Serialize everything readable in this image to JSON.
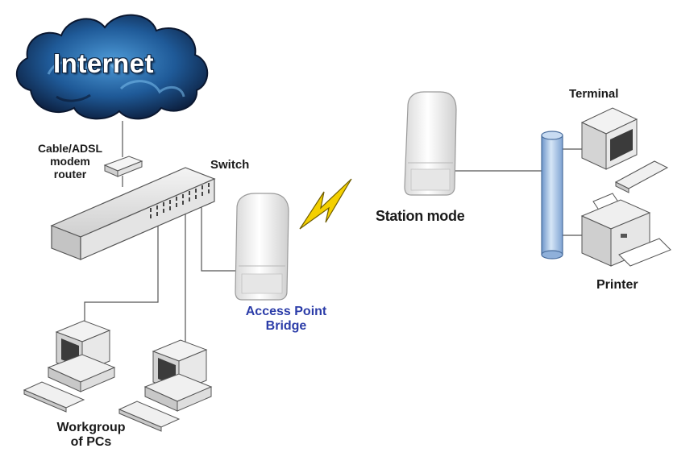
{
  "diagram": {
    "internet_label": "Internet",
    "router_label": [
      "Cable/ADSL",
      "modem",
      "router"
    ],
    "switch_label": "Switch",
    "access_point_label": [
      "Access Point",
      "Bridge"
    ],
    "station_label": "Station mode",
    "terminal_label": "Terminal",
    "printer_label": "Printer",
    "workgroup_label": [
      "Workgroup",
      "of PCs"
    ]
  },
  "colors": {
    "access_point_text": "#2b3ca8",
    "cloud_dark": "#0d1e3d",
    "cloud_light": "#3d86c6",
    "bus_fill": "#aac8ea",
    "lightning": "#f4d000"
  },
  "icons": [
    "cloud-icon",
    "router-icon",
    "switch-icon",
    "access-point-icon",
    "station-icon",
    "lightning-icon",
    "bus-icon",
    "terminal-icon",
    "printer-icon",
    "pc-icon"
  ]
}
